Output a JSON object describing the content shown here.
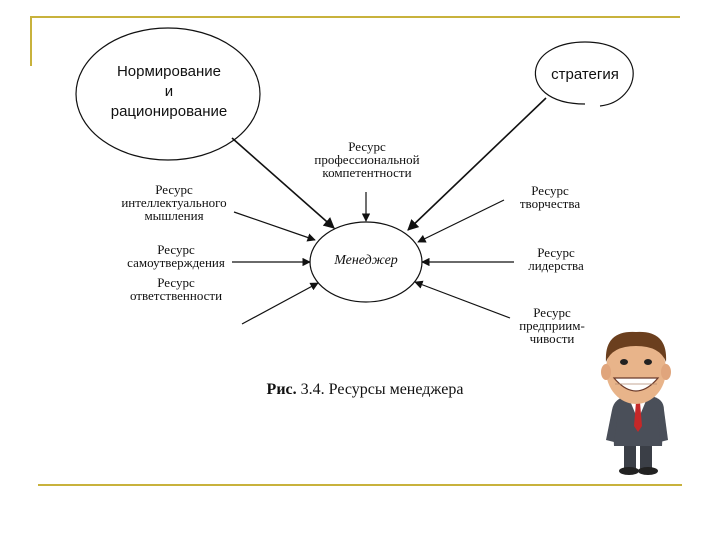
{
  "colors": {
    "frame": "#c8b23c",
    "line": "#111111"
  },
  "top_left_ellipse": {
    "lines": [
      "Нормирование",
      "и",
      "рационирование"
    ]
  },
  "top_right_ellipse": {
    "label": "стратегия"
  },
  "center": {
    "label": "Менеджер"
  },
  "resources": {
    "professional": [
      "Ресурс",
      "профессиональной",
      "компетентности"
    ],
    "intellectual": [
      "Ресурс",
      "интеллектуального",
      "мышления"
    ],
    "self_assertion": [
      "Ресурс",
      "самоутверждения"
    ],
    "responsibility": [
      "Ресурс",
      "ответственности"
    ],
    "creativity": [
      "Ресурс",
      "творчества"
    ],
    "leadership": [
      "Ресурс",
      "лидерства"
    ],
    "enterprise": [
      "Ресурс",
      "предприим-",
      "чивости"
    ]
  },
  "caption": {
    "prefix": "Рис.",
    "text": " 3.4. Ресурсы менеджера"
  },
  "figure_icon": "cartoon-businessman"
}
